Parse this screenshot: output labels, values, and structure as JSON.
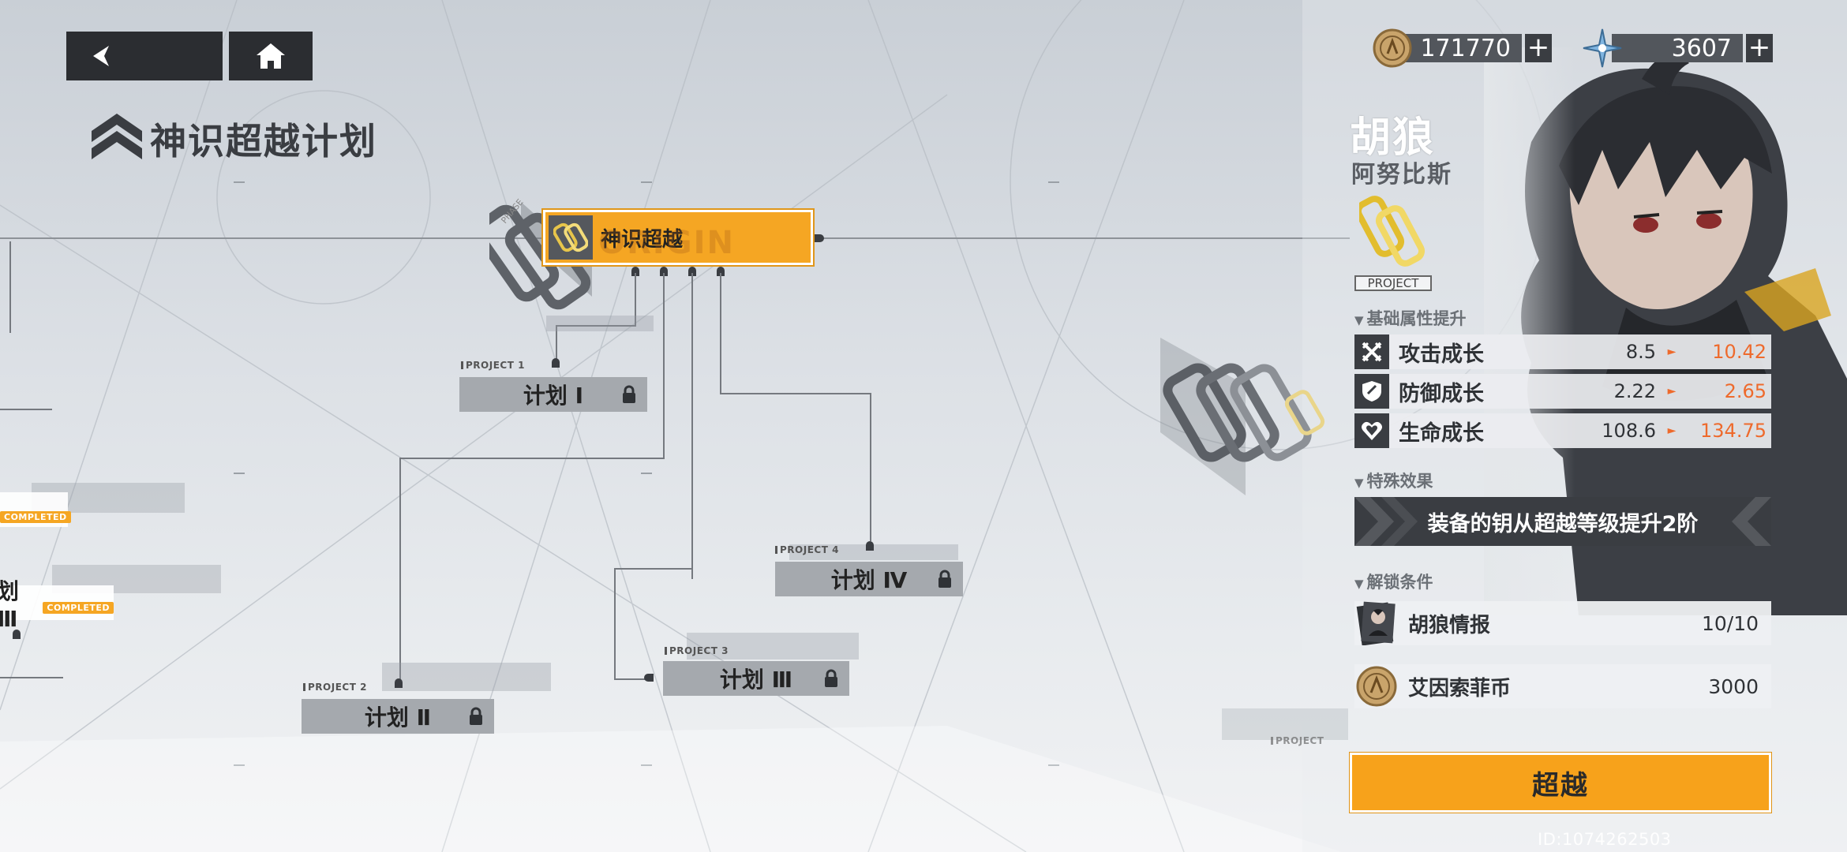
{
  "nav": {
    "back_icon": "back-arrow-icon",
    "home_icon": "home-icon"
  },
  "page": {
    "title": "神识超越计划"
  },
  "currencies": [
    {
      "icon": "coin-icon",
      "value": "171770",
      "plus": "+"
    },
    {
      "icon": "crystal-icon",
      "value": "3607",
      "plus": "+"
    }
  ],
  "tree": {
    "origin": {
      "label": "神识超越",
      "bg_word": "ORIGIN",
      "phase_text": "PHASE"
    },
    "projects": [
      {
        "tag": "PROJECT 1",
        "label": "计划 Ⅰ",
        "locked": true
      },
      {
        "tag": "PROJECT 2",
        "label": "计划 Ⅱ",
        "locked": true
      },
      {
        "tag": "PROJECT 3",
        "label": "计划 Ⅲ",
        "locked": true
      },
      {
        "tag": "PROJECT 4",
        "label": "计划 Ⅳ",
        "locked": true
      }
    ],
    "left_partial": {
      "label": "划 Ⅲ",
      "completed": "COMPLETED",
      "completed_top": "COMPLETED"
    },
    "right_partial_tag": "PROJECT"
  },
  "character": {
    "name": "胡狼",
    "subtitle": "阿努比斯",
    "project_tag": "PROJECT"
  },
  "sections": {
    "base_stats": "基础属性提升",
    "special": "特殊效果",
    "unlock": "解锁条件"
  },
  "stats": [
    {
      "icon": "attack-icon",
      "label": "攻击成长",
      "old": "8.5",
      "new": "10.42"
    },
    {
      "icon": "defense-icon",
      "label": "防御成长",
      "old": "2.22",
      "new": "2.65"
    },
    {
      "icon": "health-icon",
      "label": "生命成长",
      "old": "108.6",
      "new": "134.75"
    }
  ],
  "special_effect": "装备的钥从超越等级提升2阶",
  "unlock_conditions": [
    {
      "icon": "character-intel-icon",
      "label": "胡狼情报",
      "value": "10/10"
    },
    {
      "icon": "coin-icon",
      "label": "艾因索菲币",
      "value": "3000"
    }
  ],
  "action": {
    "label": "超越"
  },
  "uid": "ID:1074262503",
  "colors": {
    "accent": "#f5a623",
    "dark": "#3a3d42",
    "increase": "#ee6a2c"
  }
}
